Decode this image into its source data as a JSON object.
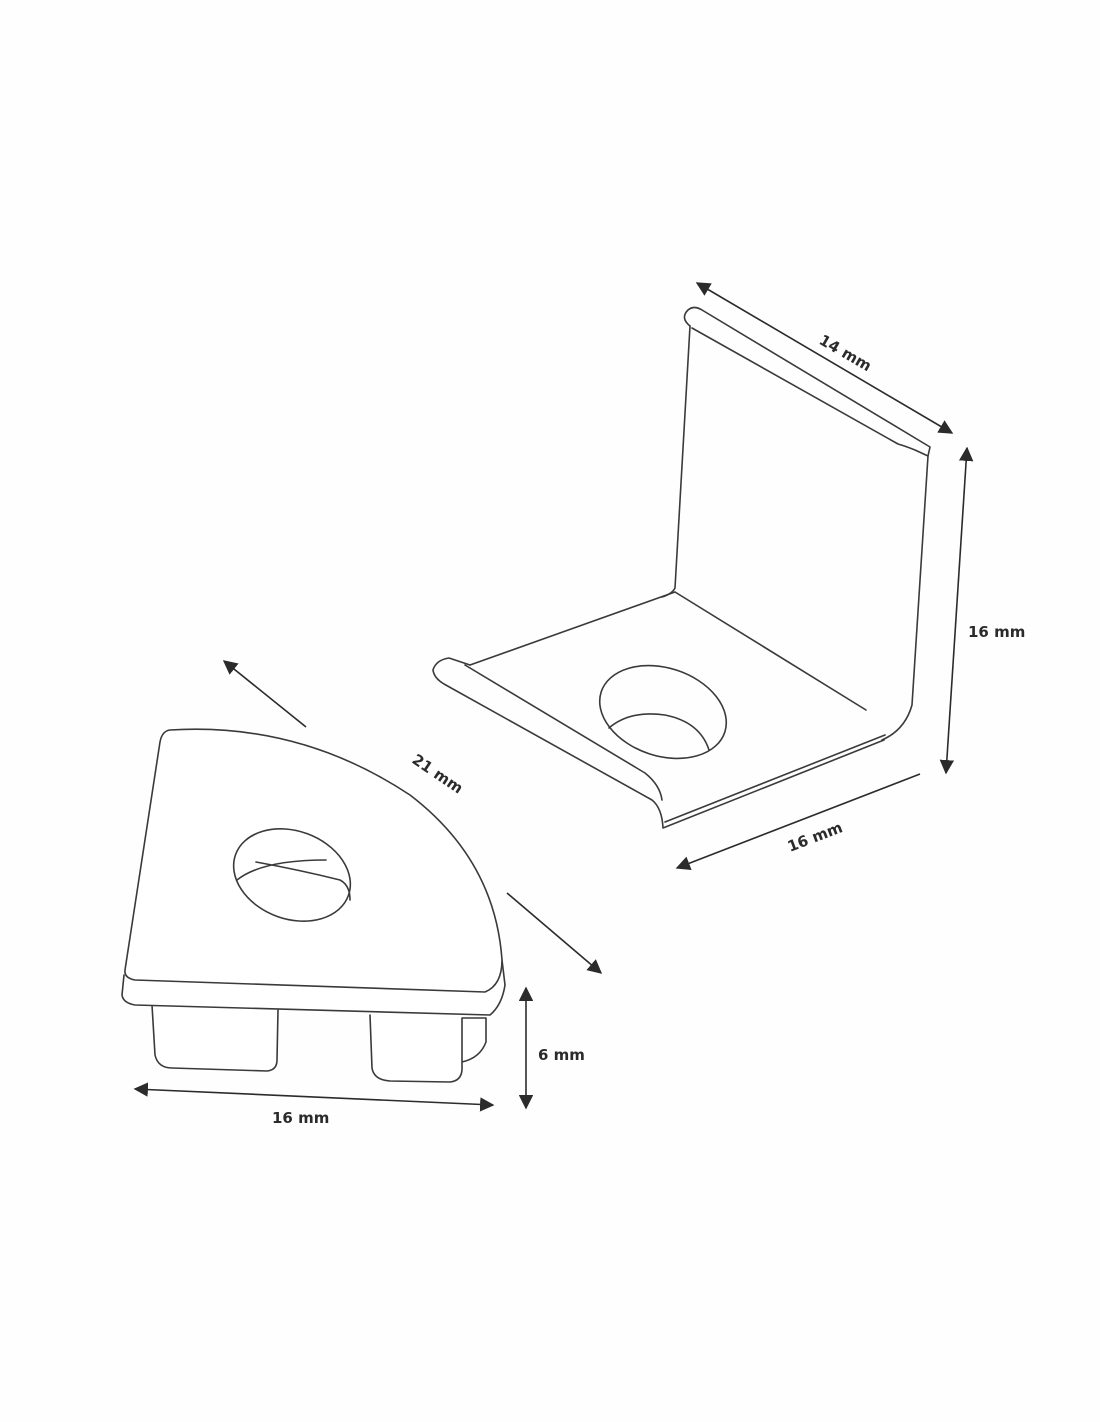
{
  "diagram": {
    "bracket": {
      "width_label": "14 mm",
      "height_label": "16 mm",
      "depth_label": "16 mm"
    },
    "end_cap": {
      "diagonal_label": "21 mm",
      "width_label": "16 mm",
      "height_label": "6 mm"
    },
    "colors": {
      "line": "#3a3a3a",
      "background": "#fefefe"
    }
  }
}
